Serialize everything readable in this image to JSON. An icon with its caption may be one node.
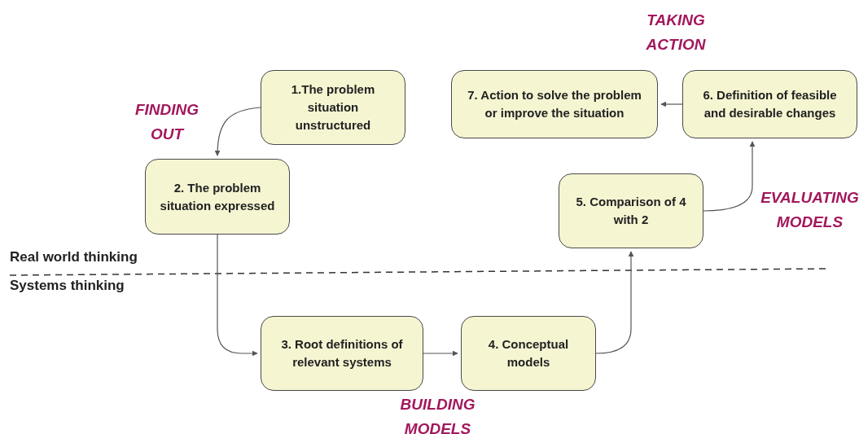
{
  "diagram": {
    "nodes": [
      {
        "text": [
          "1.The problem situation unstructured"
        ]
      },
      {
        "text": [
          "2. The problem situation expressed"
        ]
      },
      {
        "text": [
          "3. Root definitions of relevant systems"
        ]
      },
      {
        "text": [
          "4. Conceptual models"
        ]
      },
      {
        "text": [
          "5. Comparison of 4 with 2"
        ]
      },
      {
        "text": [
          "6. Definition of feasible and desirable changes"
        ]
      },
      {
        "text": [
          "7. Action to solve the problem or improve the situation"
        ]
      }
    ],
    "edges": [
      {
        "from": 0,
        "to": 1,
        "arrow": "to"
      },
      {
        "from": 1,
        "to": 2,
        "arrow": "to"
      },
      {
        "from": 2,
        "to": 3,
        "arrow": "to"
      },
      {
        "from": 3,
        "to": 4,
        "arrow": "to"
      },
      {
        "from": 4,
        "to": 5,
        "arrow": "to"
      },
      {
        "from": 5,
        "to": 6,
        "arrow": "to"
      }
    ],
    "labels": [
      "TAKING ACTION",
      "FINDING OUT",
      "EVALUATING MODELS",
      "Real world thinking",
      "Systems thinking",
      "BUILDING MODELS"
    ]
  }
}
